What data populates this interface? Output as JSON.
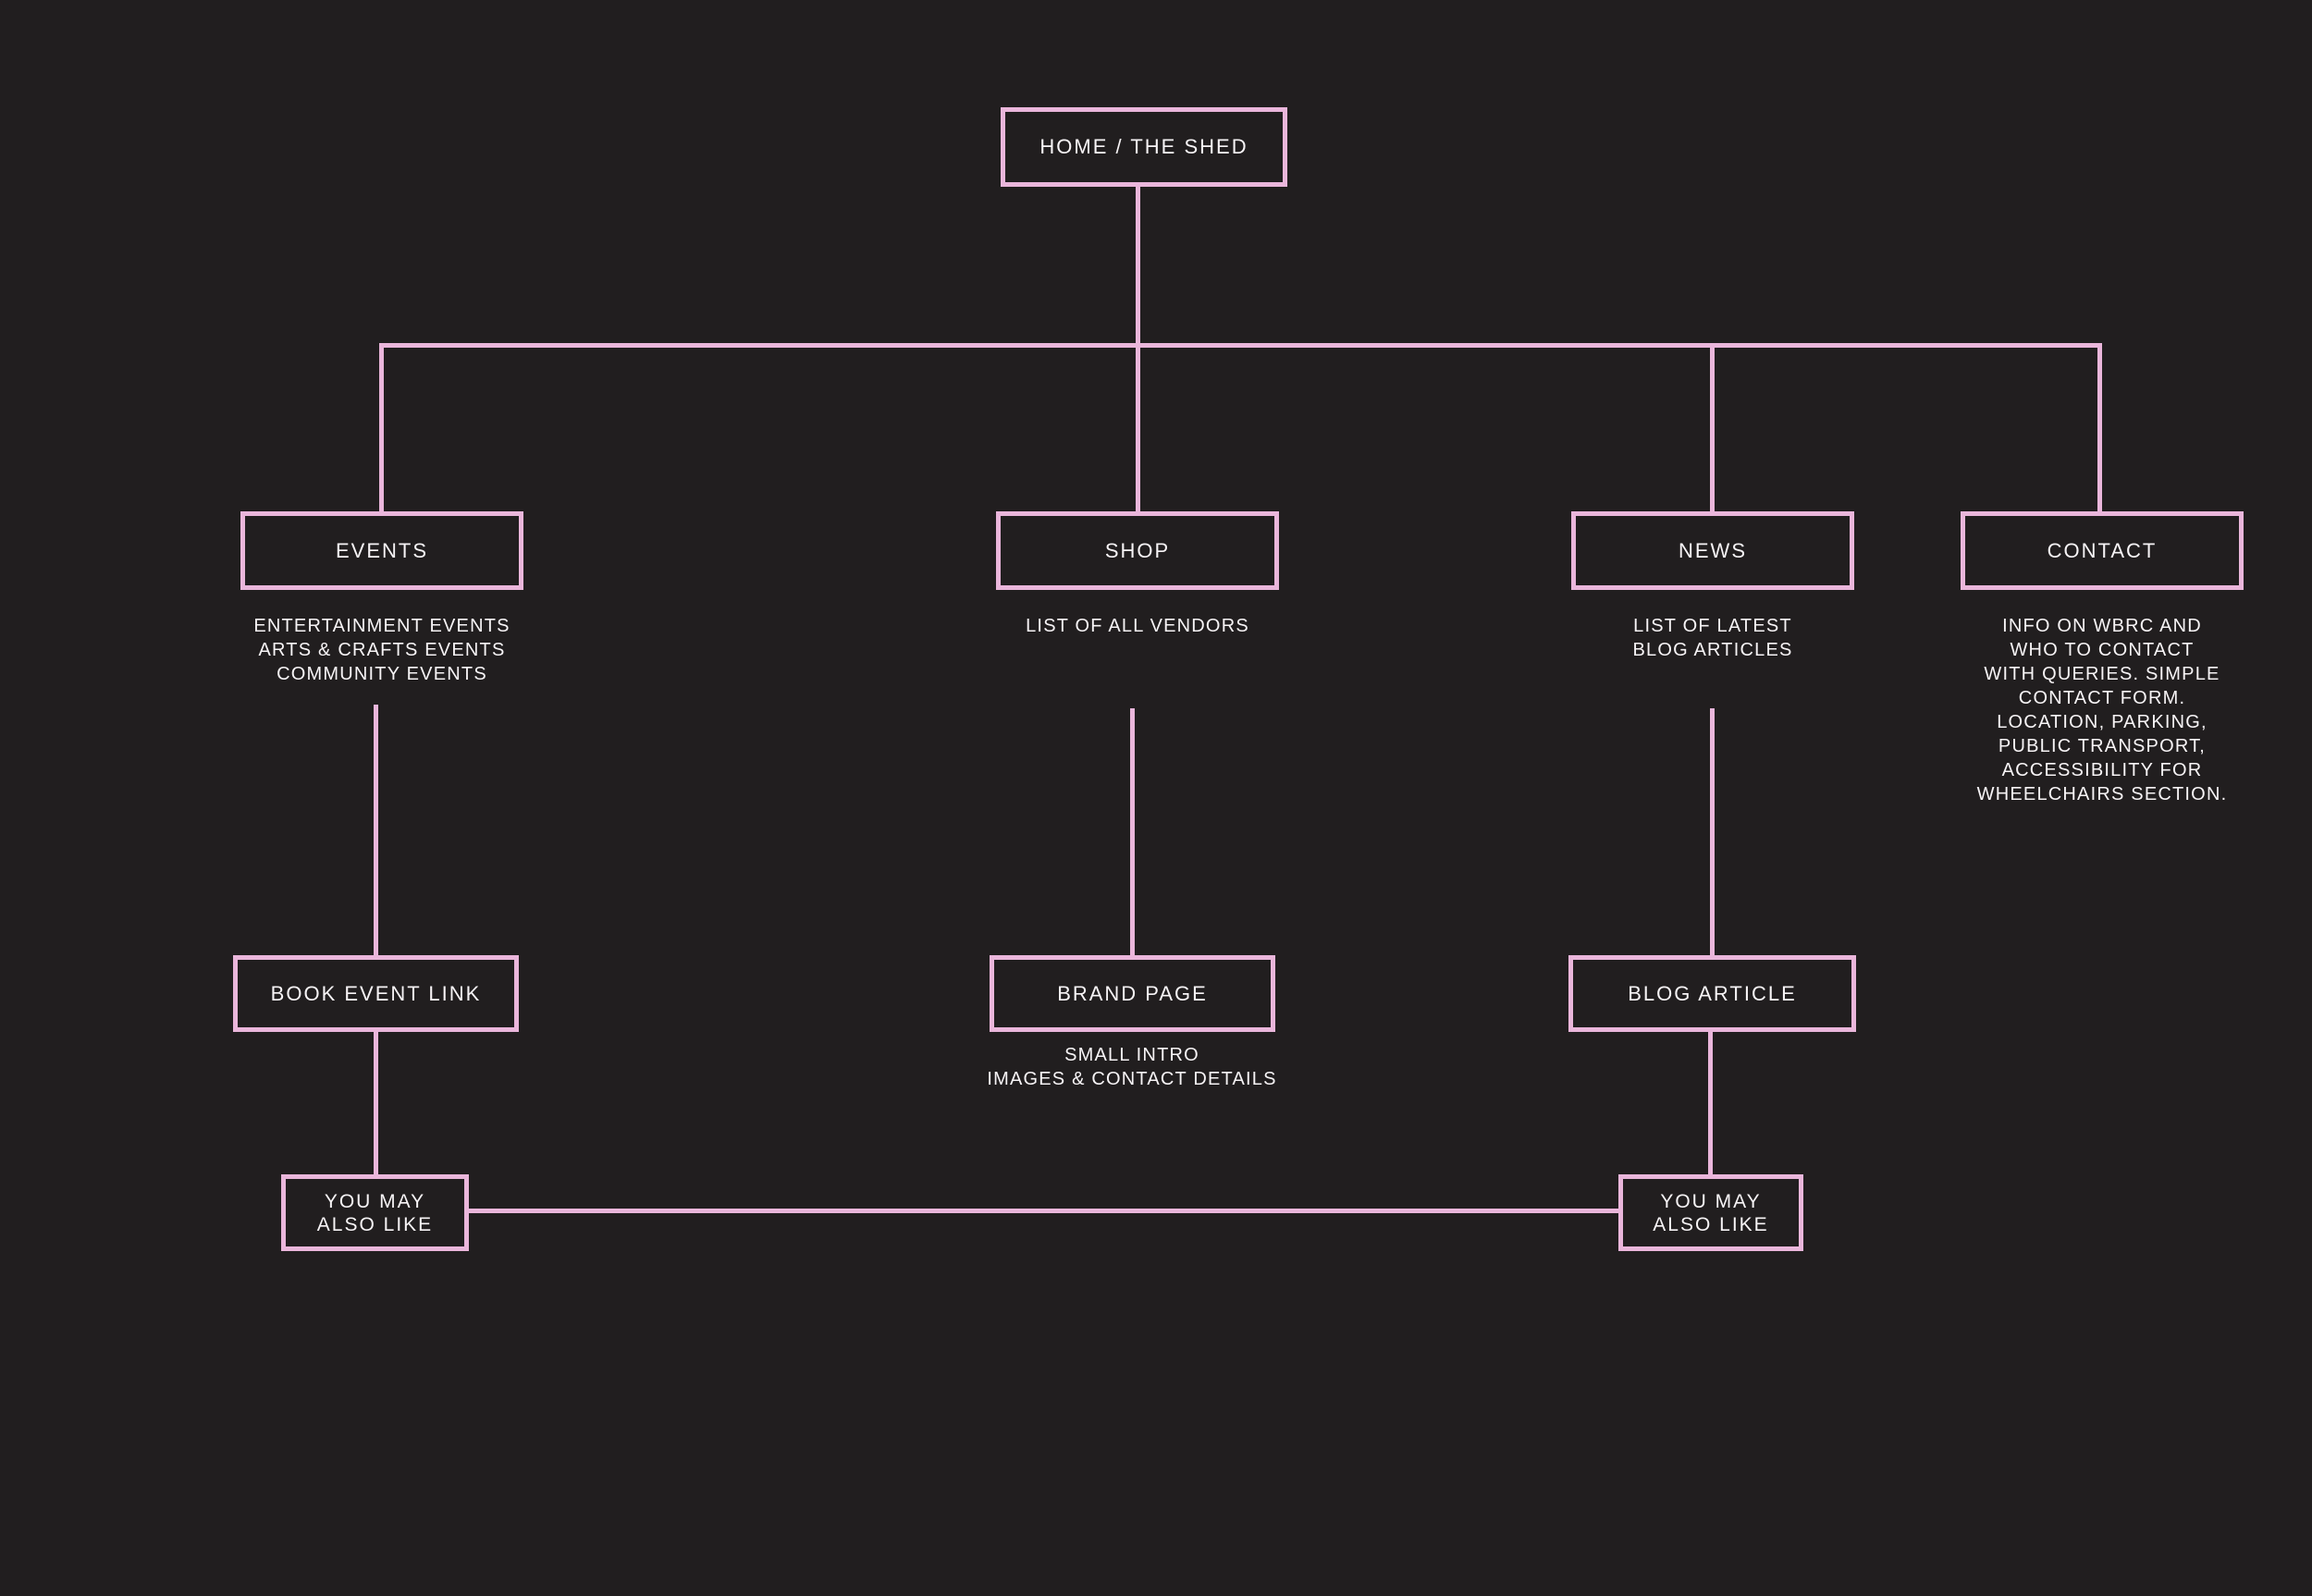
{
  "diagram": {
    "title_node": {
      "label": "HOME / THE SHED"
    },
    "colors": {
      "background": "#211e1f",
      "connector_pink": "#eab6db",
      "text": "#f7f4f6"
    },
    "nodes": {
      "home": {
        "label": "HOME / THE SHED"
      },
      "events": {
        "label": "EVENTS",
        "note": "ENTERTAINMENT EVENTS\nARTS & CRAFTS EVENTS\nCOMMUNITY EVENTS"
      },
      "shop": {
        "label": "SHOP",
        "note": "LIST OF ALL VENDORS"
      },
      "news": {
        "label": "NEWS",
        "note": "LIST OF LATEST\nBLOG ARTICLES"
      },
      "contact": {
        "label": "CONTACT",
        "note": "INFO ON WBRC AND\nWHO TO CONTACT\nWITH QUERIES. SIMPLE\nCONTACT FORM.\nLOCATION, PARKING,\nPUBLIC TRANSPORT,\nACCESSIBILITY FOR\nWHEELCHAIRS SECTION."
      },
      "book_event": {
        "label": "BOOK EVENT LINK"
      },
      "brand_page": {
        "label": "BRAND PAGE",
        "note": "SMALL INTRO\nIMAGES & CONTACT DETAILS"
      },
      "blog_article": {
        "label": "BLOG ARTICLE"
      },
      "ymal_left": {
        "label": "YOU MAY\nALSO LIKE"
      },
      "ymal_right": {
        "label": "YOU MAY\nALSO LIKE"
      }
    }
  }
}
